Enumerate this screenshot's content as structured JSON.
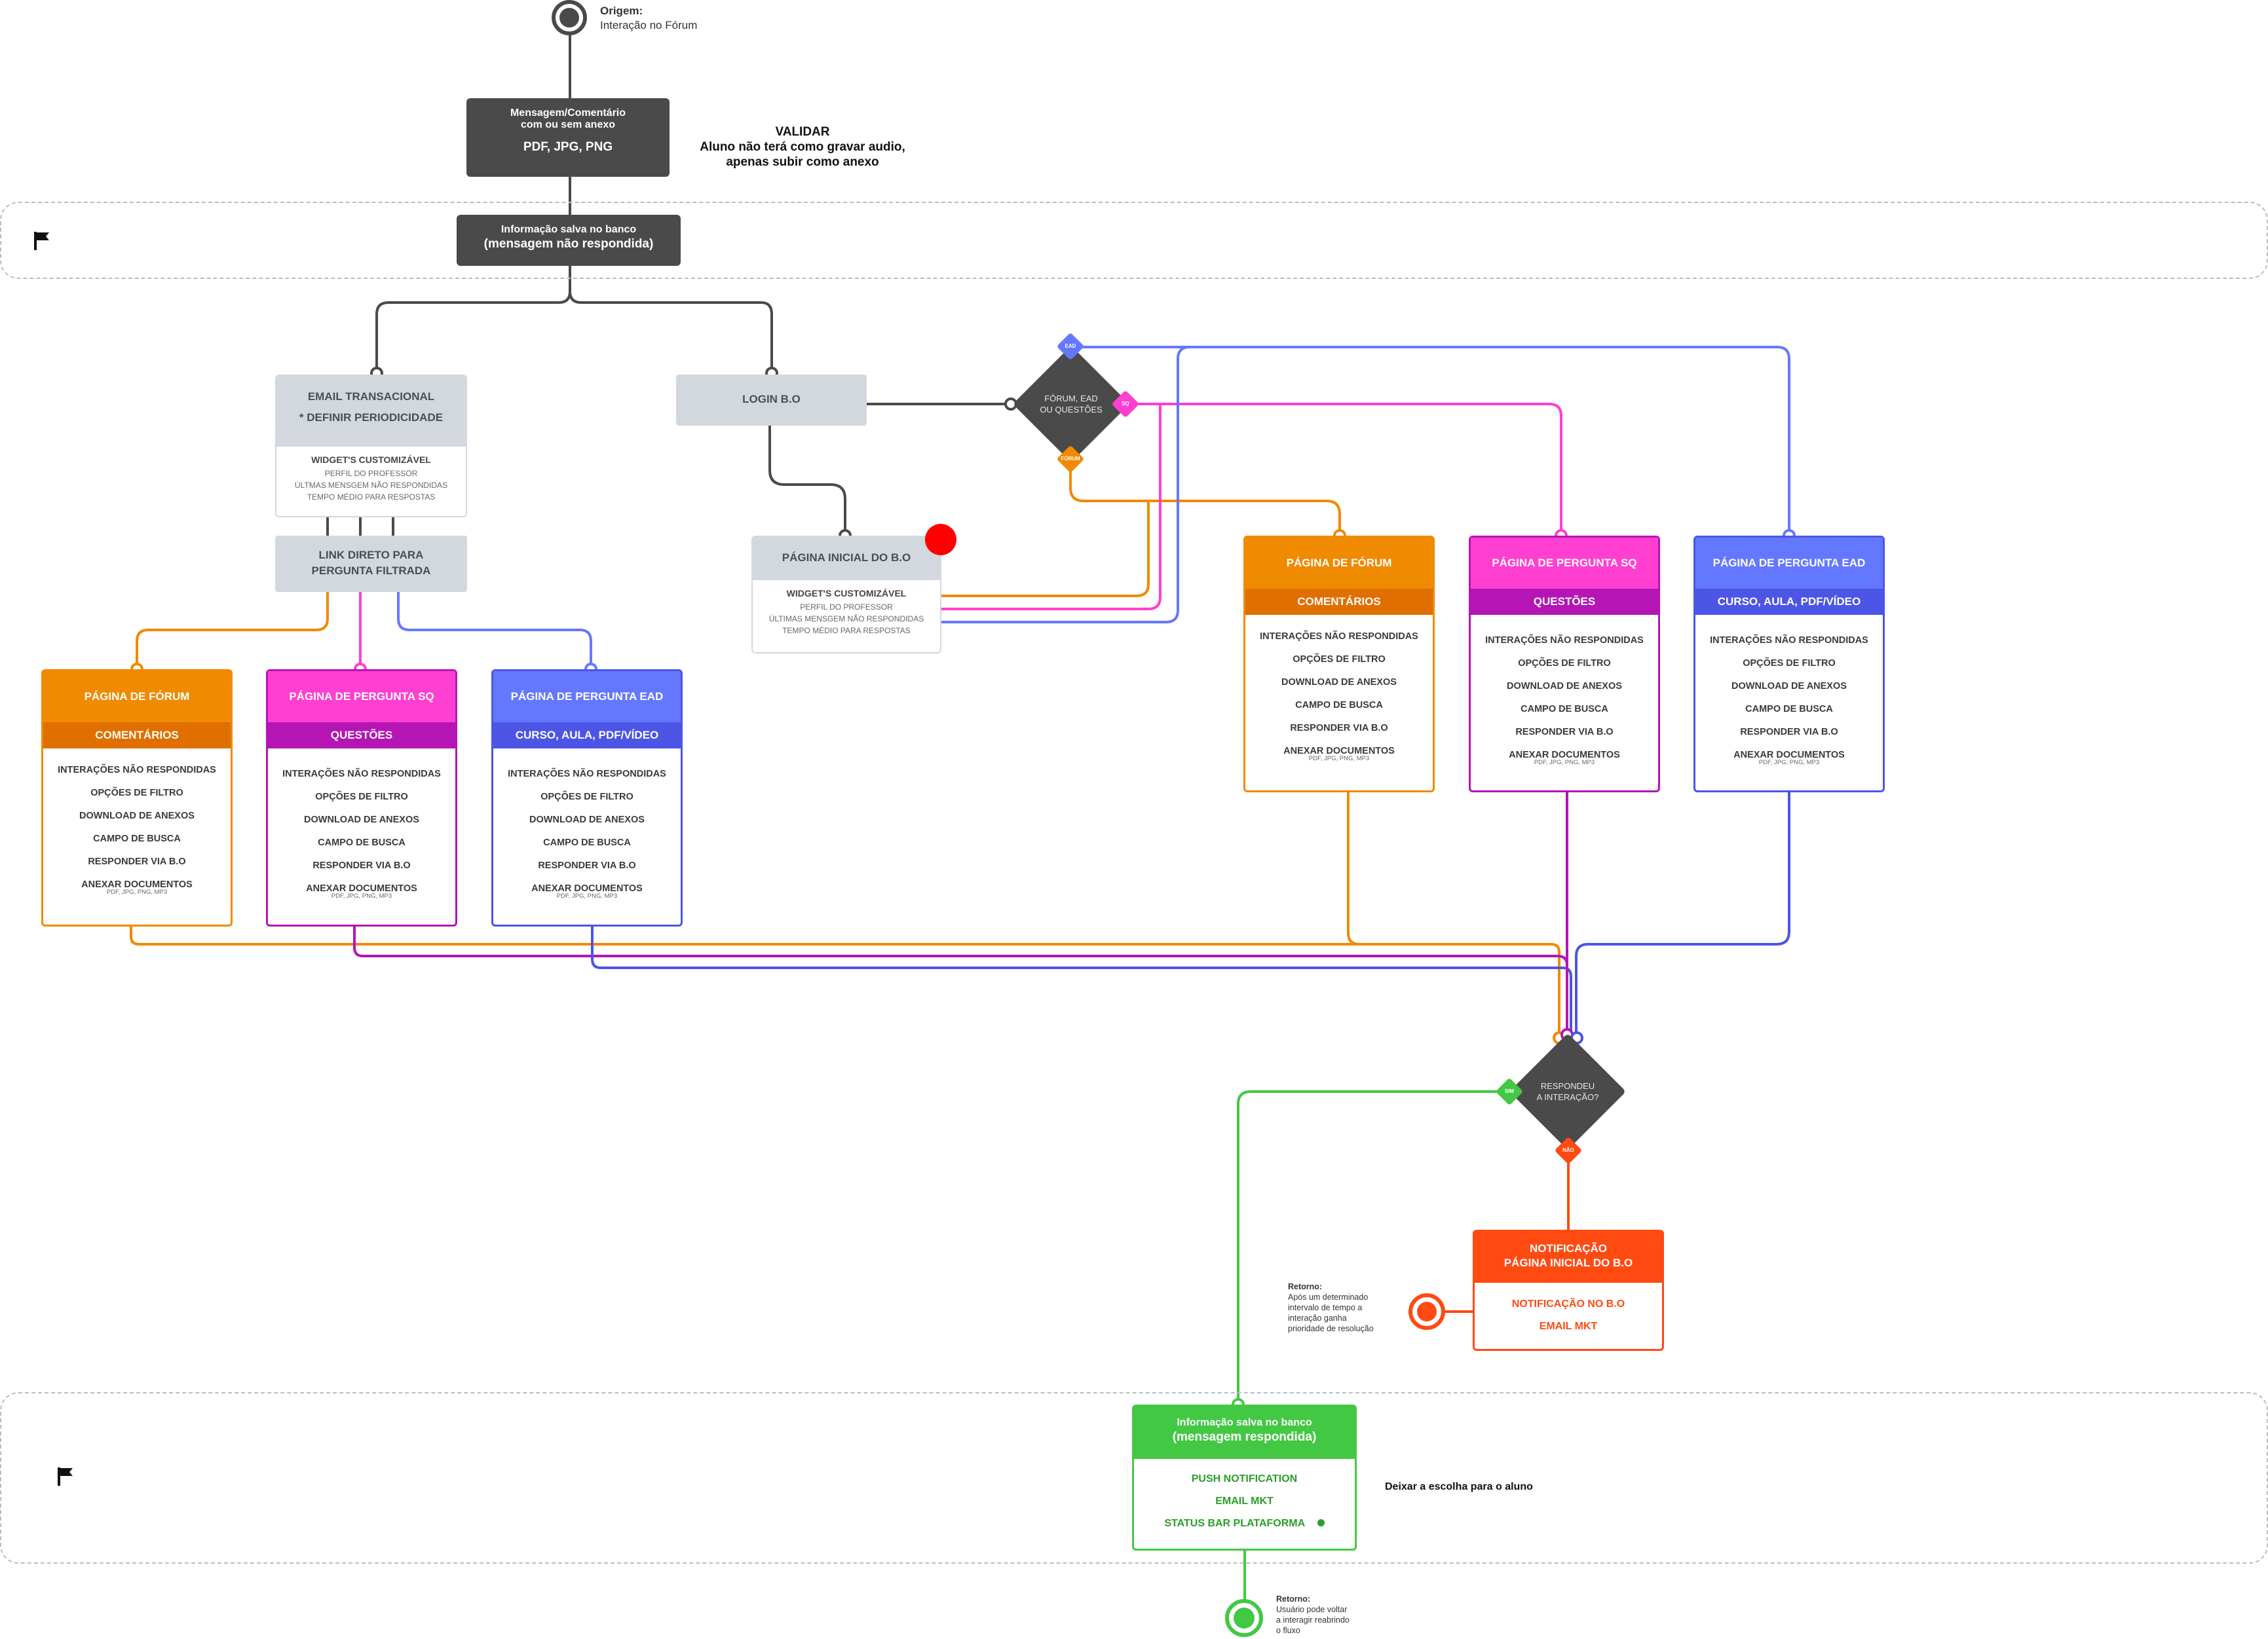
{
  "origin": {
    "label_line1": "Origem:",
    "label_line2": "Interação no Fórum"
  },
  "message_box": {
    "line1": "Mensagem/Comentário",
    "line2": "com ou sem anexo",
    "formats": "PDF, JPG, PNG"
  },
  "validate_note": {
    "title": "VALIDAR",
    "line1": "Aluno não terá como gravar audio,",
    "line2": "apenas subir como anexo"
  },
  "saved_box": {
    "line1": "Informação salva no banco",
    "line2": "(mensagem não respondida)"
  },
  "email_box": {
    "title": "EMAIL TRANSACIONAL",
    "subtitle": "* DEFINIR PERIODICIDADE",
    "widget_title": "WIDGET'S CUSTOMIZÁVEL",
    "items": [
      "PERFIL DO PROFESSOR",
      "ÚLTMAS MENSGEM NÃO RESPONDIDAS",
      "TEMPO MÉDIO PARA RESPOSTAS"
    ]
  },
  "link_box": {
    "line1": "LINK DIRETO PARA",
    "line2": "PERGUNTA FILTRADA"
  },
  "login_box": {
    "title": "LOGIN B.O"
  },
  "home_box": {
    "title": "PÁGINA INICIAL DO B.O",
    "widget_title": "WIDGET'S CUSTOMIZÁVEL",
    "items": [
      "PERFIL DO PROFESSOR",
      "ÚLTIMAS MENSGEM NÃO RESPONDIDAS",
      "TEMPO MÉDIO PARA RESPOSTAS"
    ]
  },
  "decision_forum": {
    "line1": "FÓRUM, EAD",
    "line2": "OU  QUESTÕES",
    "tag_ead": "EAD",
    "tag_sq": "SQ",
    "tag_forum": "FÓRUM"
  },
  "decision_reply": {
    "line1": "RESPONDEU",
    "line2": "A INTERAÇÃO?",
    "tag_yes": "SIM",
    "tag_no": "NÃO"
  },
  "cards": {
    "forum": {
      "title": "PÁGINA DE FÓRUM",
      "subtitle": "COMENTÁRIOS"
    },
    "sq": {
      "title": "PÁGINA DE PERGUNTA SQ",
      "subtitle": "QUESTÕES"
    },
    "ead": {
      "title": "PÁGINA DE PERGUNTA EAD",
      "subtitle": "CURSO, AULA, PDF/VÍDEO"
    },
    "items": [
      "INTERAÇÕES NÃO RESPONDIDAS",
      "OPÇÕES DE FILTRO",
      "DOWNLOAD DE ANEXOS",
      "CAMPO DE BUSCA",
      "RESPONDER VIA B.O",
      "ANEXAR DOCUMENTOS"
    ],
    "attach_formats": "PDF, JPG, PNG, MP3"
  },
  "notification_box": {
    "title_line1": "NOTIFICAÇÃO",
    "title_line2": "PÁGINA INICIAL DO B.O",
    "items": [
      "NOTIFICAÇÃO NO B.O",
      "EMAIL MKT"
    ]
  },
  "return_note_1": {
    "lines": [
      "Retorno:",
      "Após um determinado",
      "intervalo de tempo a",
      "interação ganha",
      "prioridade de resolução"
    ]
  },
  "final_box": {
    "line1": "Informação salva no banco",
    "line2": "(mensagem respondida)",
    "items": [
      "PUSH NOTIFICATION",
      "EMAIL MKT",
      "STATUS BAR PLATAFORMA"
    ]
  },
  "choice_note": {
    "text": "Deixar a escolha para o aluno"
  },
  "return_note_2": {
    "lines": [
      "Retorno:",
      "Usuário pode voltar",
      "a interagir reabrindo",
      "o fluxo"
    ]
  },
  "colors": {
    "dark": "#4a4a4a",
    "grey": "#d3d8de",
    "forum": "#f08a00",
    "forum_dark": "#e06f00",
    "sq": "#ff3fd2",
    "sq_dark": "#b515b5",
    "ead": "#6478ff",
    "ead_dark": "#4c55e6",
    "red": "#ff4a12",
    "green": "#43c843",
    "alert": "#ff0000"
  }
}
